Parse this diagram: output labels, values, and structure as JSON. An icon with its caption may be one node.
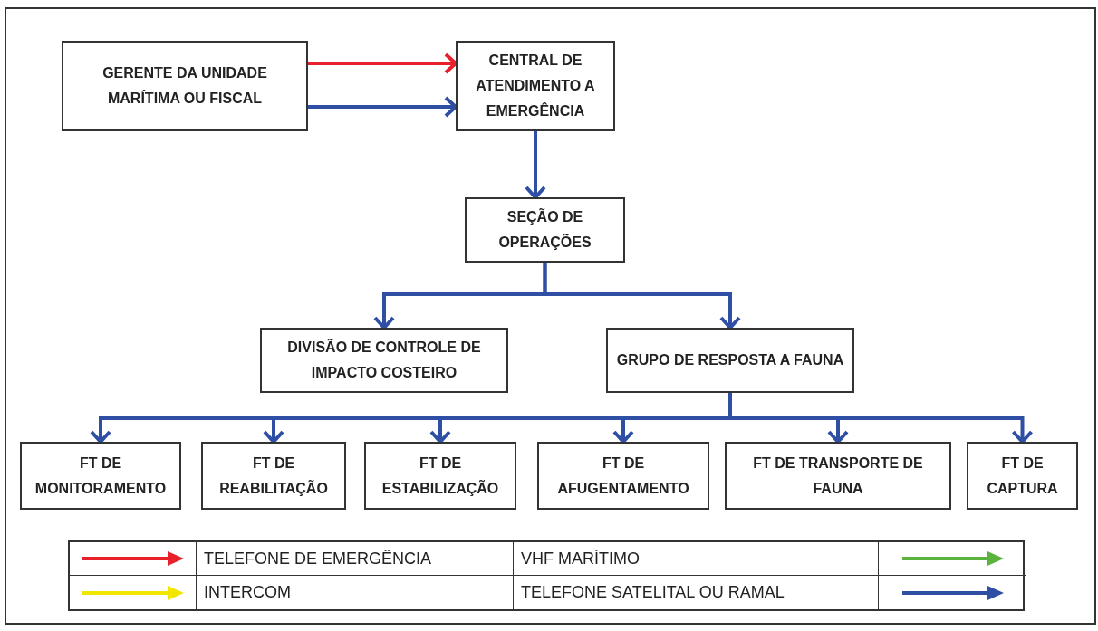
{
  "diagram": {
    "nodes": [
      {
        "text": [
          "GERENTE DA UNIDADE MARÍTIMA OU FISCAL"
        ]
      },
      {
        "text": [
          "CENTRAL DE ATENDIMENTO A EMERGÊNCIA"
        ]
      },
      {
        "text": [
          "SEÇÃO DE OPERAÇÕES"
        ]
      },
      {
        "text": [
          "DIVISÃO DE CONTROLE DE IMPACTO COSTEIRO"
        ]
      },
      {
        "text": [
          "GRUPO DE RESPOSTA A FAUNA"
        ]
      },
      {
        "text": [
          "FT DE MONITORAMENTO"
        ]
      },
      {
        "text": [
          "FT DE REABILITAÇÃO"
        ]
      },
      {
        "text": [
          "FT DE ESTABILIZAÇÃO"
        ]
      },
      {
        "text": [
          "FT DE AFUGENTAMENTO"
        ]
      },
      {
        "text": [
          "FT DE TRANSPORTE DE FAUNA"
        ]
      },
      {
        "text": [
          "FT DE CAPTURA"
        ]
      }
    ],
    "edges": [
      {
        "from": 0,
        "to": 1,
        "arrow": "to",
        "color": "#e8202a"
      },
      {
        "from": 0,
        "to": 1,
        "arrow": "to"
      },
      {
        "from": 1,
        "to": 2,
        "arrow": "to"
      },
      {
        "from": 2,
        "to": 3,
        "arrow": "to"
      },
      {
        "from": 2,
        "to": 4,
        "arrow": "to"
      },
      {
        "from": 4,
        "to": 5,
        "arrow": "to"
      },
      {
        "from": 4,
        "to": 6,
        "arrow": "to"
      },
      {
        "from": 4,
        "to": 7,
        "arrow": "to"
      },
      {
        "from": 4,
        "to": 8,
        "arrow": "to"
      },
      {
        "from": 4,
        "to": 9,
        "arrow": "to"
      },
      {
        "from": 4,
        "to": 10,
        "arrow": "to"
      }
    ],
    "legend": [
      {
        "text": "TELEFONE DE EMERGÊNCIA",
        "color": "#e8202a"
      },
      {
        "text": "VHF MARÍTIMO",
        "color": "#5ab33c"
      },
      {
        "text": "INTERCOM",
        "color": "#f2e600"
      },
      {
        "text": "TELEFONE SATELITAL OU RAMAL",
        "color": "#2e4fa3"
      }
    ]
  }
}
